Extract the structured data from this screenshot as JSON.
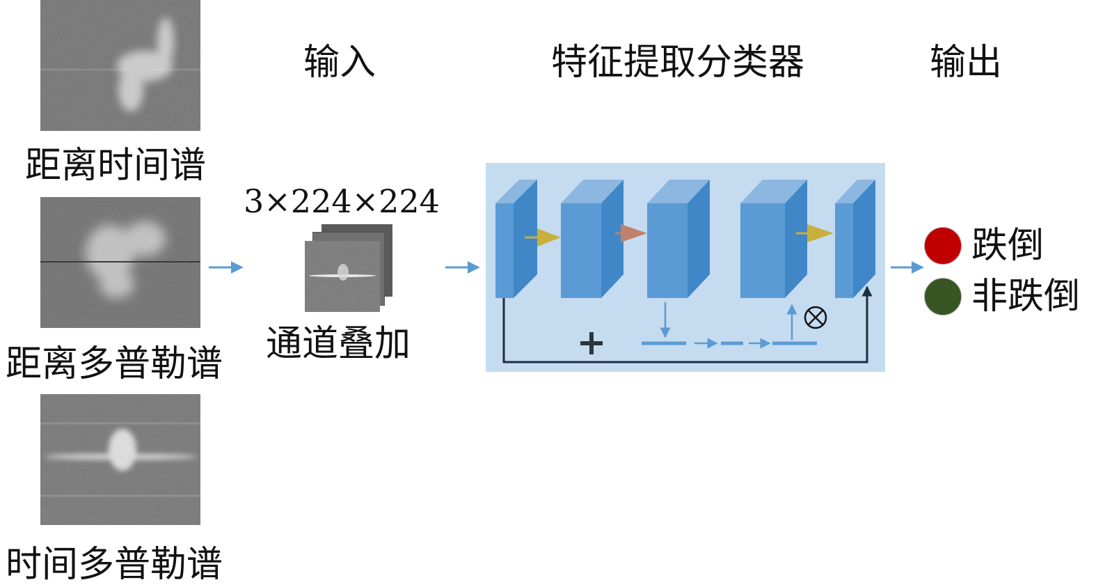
{
  "headers": {
    "input": "输入",
    "classifier": "特征提取分类器",
    "output": "输出"
  },
  "spectrograms": [
    {
      "label": "距离时间谱"
    },
    {
      "label": "距离多普勒谱"
    },
    {
      "label": "时间多普勒谱"
    }
  ],
  "stack": {
    "dims": "3×224×224",
    "caption": "通道叠加"
  },
  "classifier": {
    "plus_symbol": "+",
    "multiply_symbol": "⊗"
  },
  "outputs": [
    {
      "label": "跌倒",
      "color": "#c00000"
    },
    {
      "label": "非跌倒",
      "color": "#375623"
    }
  ],
  "colors": {
    "arrow": "#5b9bd5",
    "block_front": "#5b9bd5",
    "block_side": "#3f87c7",
    "block_top": "#8cb7e0",
    "panel_bg": "#c5dbf0",
    "arrow_gold": "#c8b03c",
    "arrow_brown": "#c0806a",
    "skip_line": "#1f2d3d"
  }
}
